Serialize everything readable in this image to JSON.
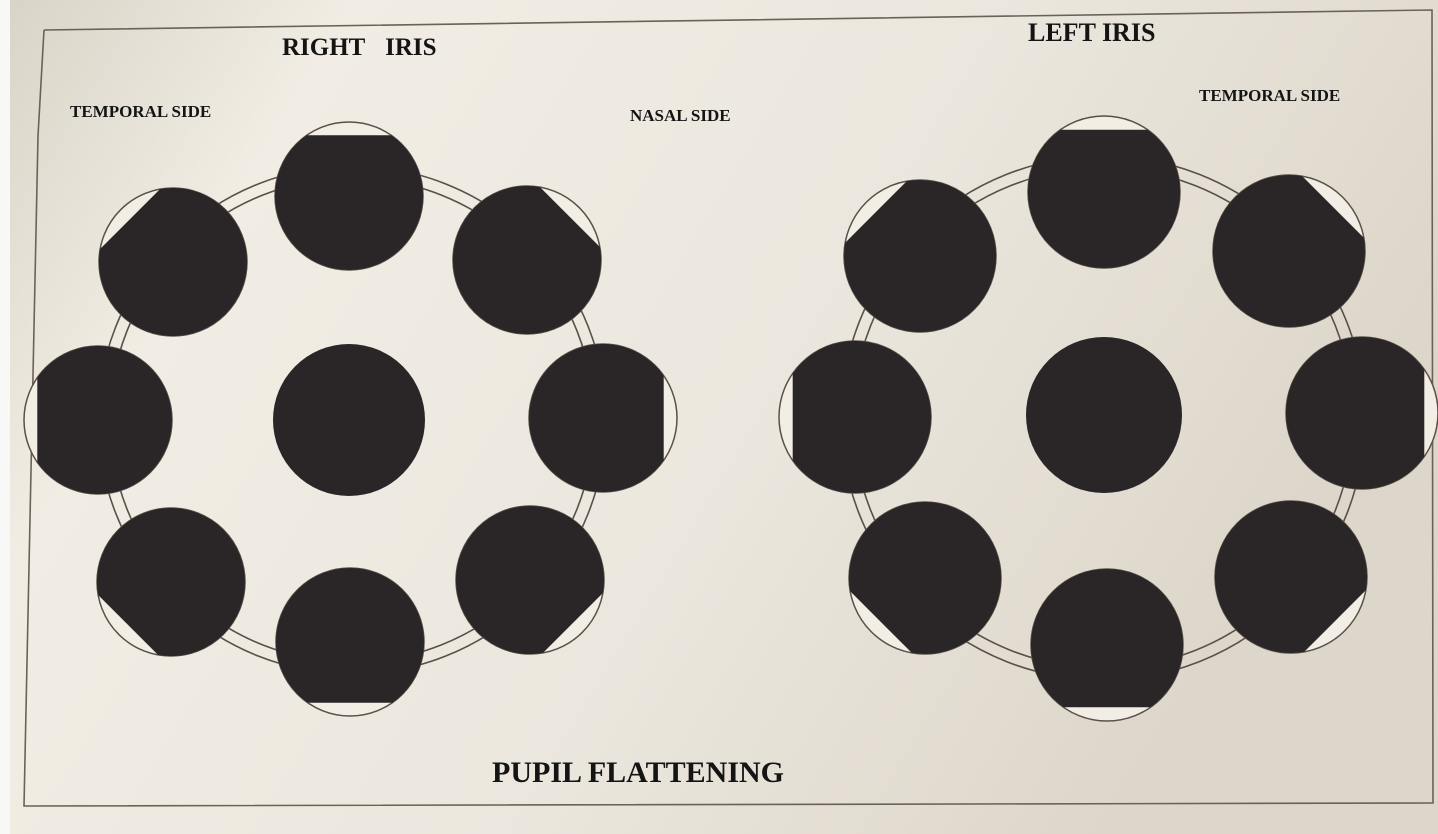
{
  "labels": {
    "right_iris": "RIGHT IRIS",
    "left_iris": "LEFT IRIS",
    "temporal_side_right": "TEMPORAL SIDE",
    "nasal_side": "NASAL SIDE",
    "temporal_side_left": "TEMPORAL SIDE",
    "pupil_flattening": "PUPIL FLATTENING"
  },
  "colors": {
    "paper": "#ebe7de",
    "frame": "#6a6256",
    "pupil": "#2a2527",
    "outline": "#5a5048"
  },
  "irises": [
    {
      "name": "right-iris",
      "pupils": [
        {
          "position": "center",
          "flattened_side": "none"
        },
        {
          "position": "top",
          "flattened_side": "top"
        },
        {
          "position": "top-right",
          "flattened_side": "top-right"
        },
        {
          "position": "right",
          "flattened_side": "right"
        },
        {
          "position": "bottom-right",
          "flattened_side": "bottom-right"
        },
        {
          "position": "bottom",
          "flattened_side": "bottom"
        },
        {
          "position": "bottom-left",
          "flattened_side": "bottom-left"
        },
        {
          "position": "left",
          "flattened_side": "left"
        },
        {
          "position": "top-left",
          "flattened_side": "top-left"
        }
      ]
    },
    {
      "name": "left-iris",
      "pupils": [
        {
          "position": "center",
          "flattened_side": "none"
        },
        {
          "position": "top",
          "flattened_side": "top"
        },
        {
          "position": "top-right",
          "flattened_side": "top-right"
        },
        {
          "position": "right",
          "flattened_side": "right"
        },
        {
          "position": "bottom-right",
          "flattened_side": "bottom-right"
        },
        {
          "position": "bottom",
          "flattened_side": "bottom"
        },
        {
          "position": "bottom-left",
          "flattened_side": "bottom-left"
        },
        {
          "position": "left",
          "flattened_side": "left"
        },
        {
          "position": "top-left",
          "flattened_side": "top-left"
        }
      ]
    }
  ]
}
